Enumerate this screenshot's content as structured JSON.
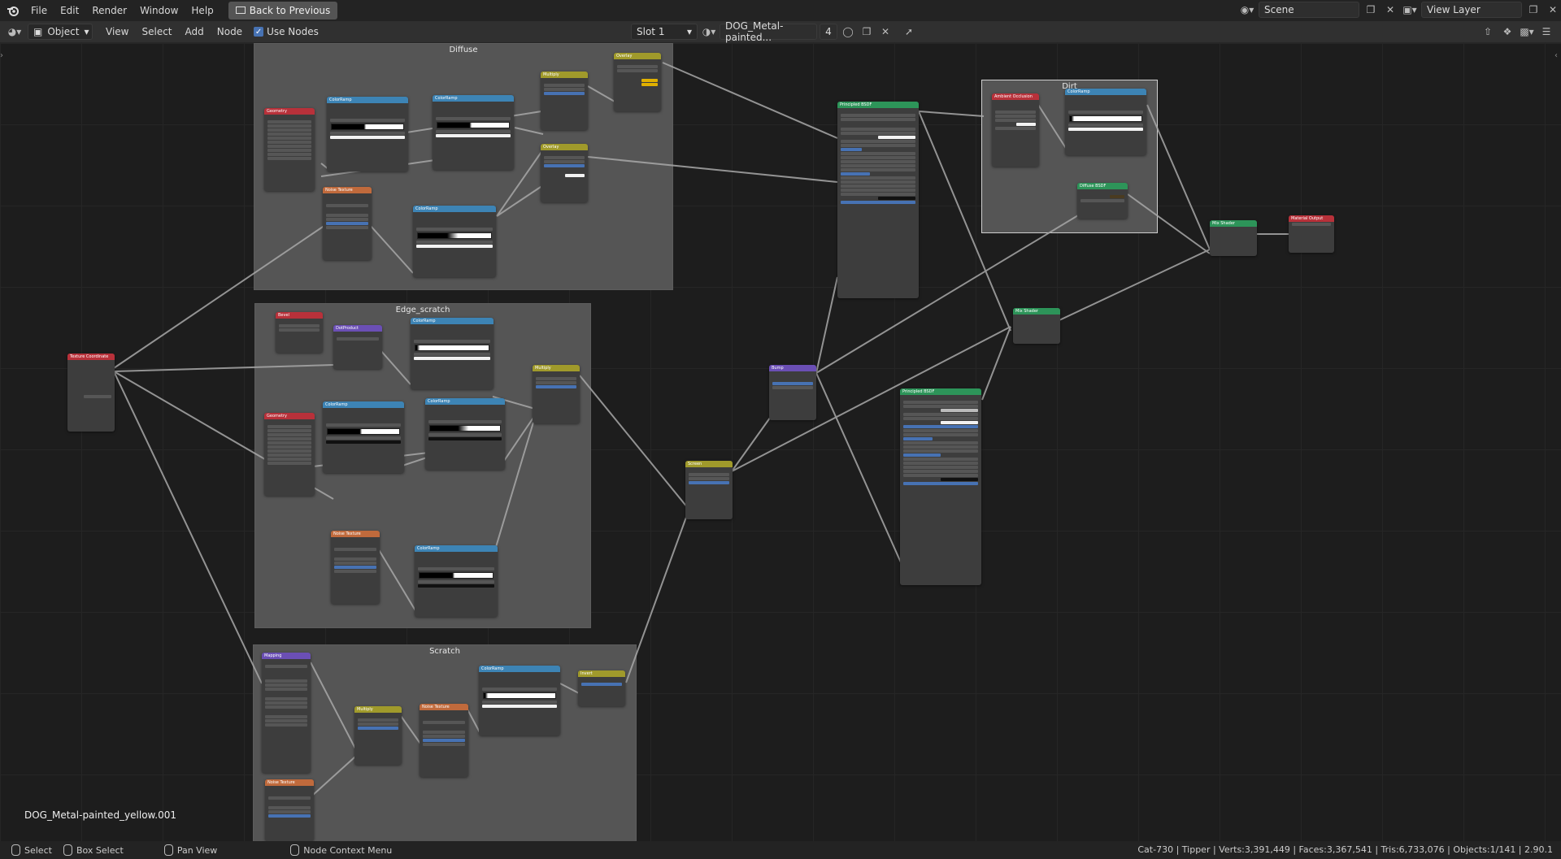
{
  "topbar": {
    "menus": [
      "File",
      "Edit",
      "Render",
      "Window",
      "Help"
    ],
    "back_button": "Back to Previous",
    "scene": "Scene",
    "view_layer": "View Layer"
  },
  "header": {
    "mode": "Object",
    "menus": [
      "View",
      "Select",
      "Add",
      "Node"
    ],
    "use_nodes": "Use Nodes",
    "slot": "Slot 1",
    "material": "DOG_Metal-painted...",
    "user_count": "4"
  },
  "frames": {
    "diffuse": "Diffuse",
    "edge_scratch": "Edge_scratch",
    "scratch": "Scratch",
    "dirt": "Dirt"
  },
  "nodes": {
    "geometry": "Geometry",
    "color_ramp": "ColorRamp",
    "multiply": "Multiply",
    "overlay": "Overlay",
    "noise_texture": "Noise Texture",
    "principled": "Principled BSDF",
    "ambient_occlusion": "Ambient Occlusion",
    "diffuse_bsdf": "Diffuse BSDF",
    "mix_shader": "Mix Shader",
    "material_output": "Material Output",
    "texture_coordinate": "Texture Coordinate",
    "bevel": "Bevel",
    "dot_product": "DotProduct",
    "bump": "Bump",
    "screen": "Screen",
    "mapping": "Mapping",
    "invert": "Invert"
  },
  "overlay_material": "DOG_Metal-painted_yellow.001",
  "status": {
    "select": "Select",
    "box_select": "Box Select",
    "pan_view": "Pan View",
    "context_menu": "Node Context Menu",
    "stats": "Cat-730 | Tipper | Verts:3,391,449 | Faces:3,367,541 | Tris:6,733,076 | Objects:1/141 | 2.90.1"
  },
  "colors": {
    "input_header": "#b8313a",
    "texture_header": "#c06a3c",
    "color_header": "#a09a2b",
    "converter_header": "#3d84b5",
    "shader_header": "#2d9459",
    "vector_header": "#6b4fb5"
  }
}
